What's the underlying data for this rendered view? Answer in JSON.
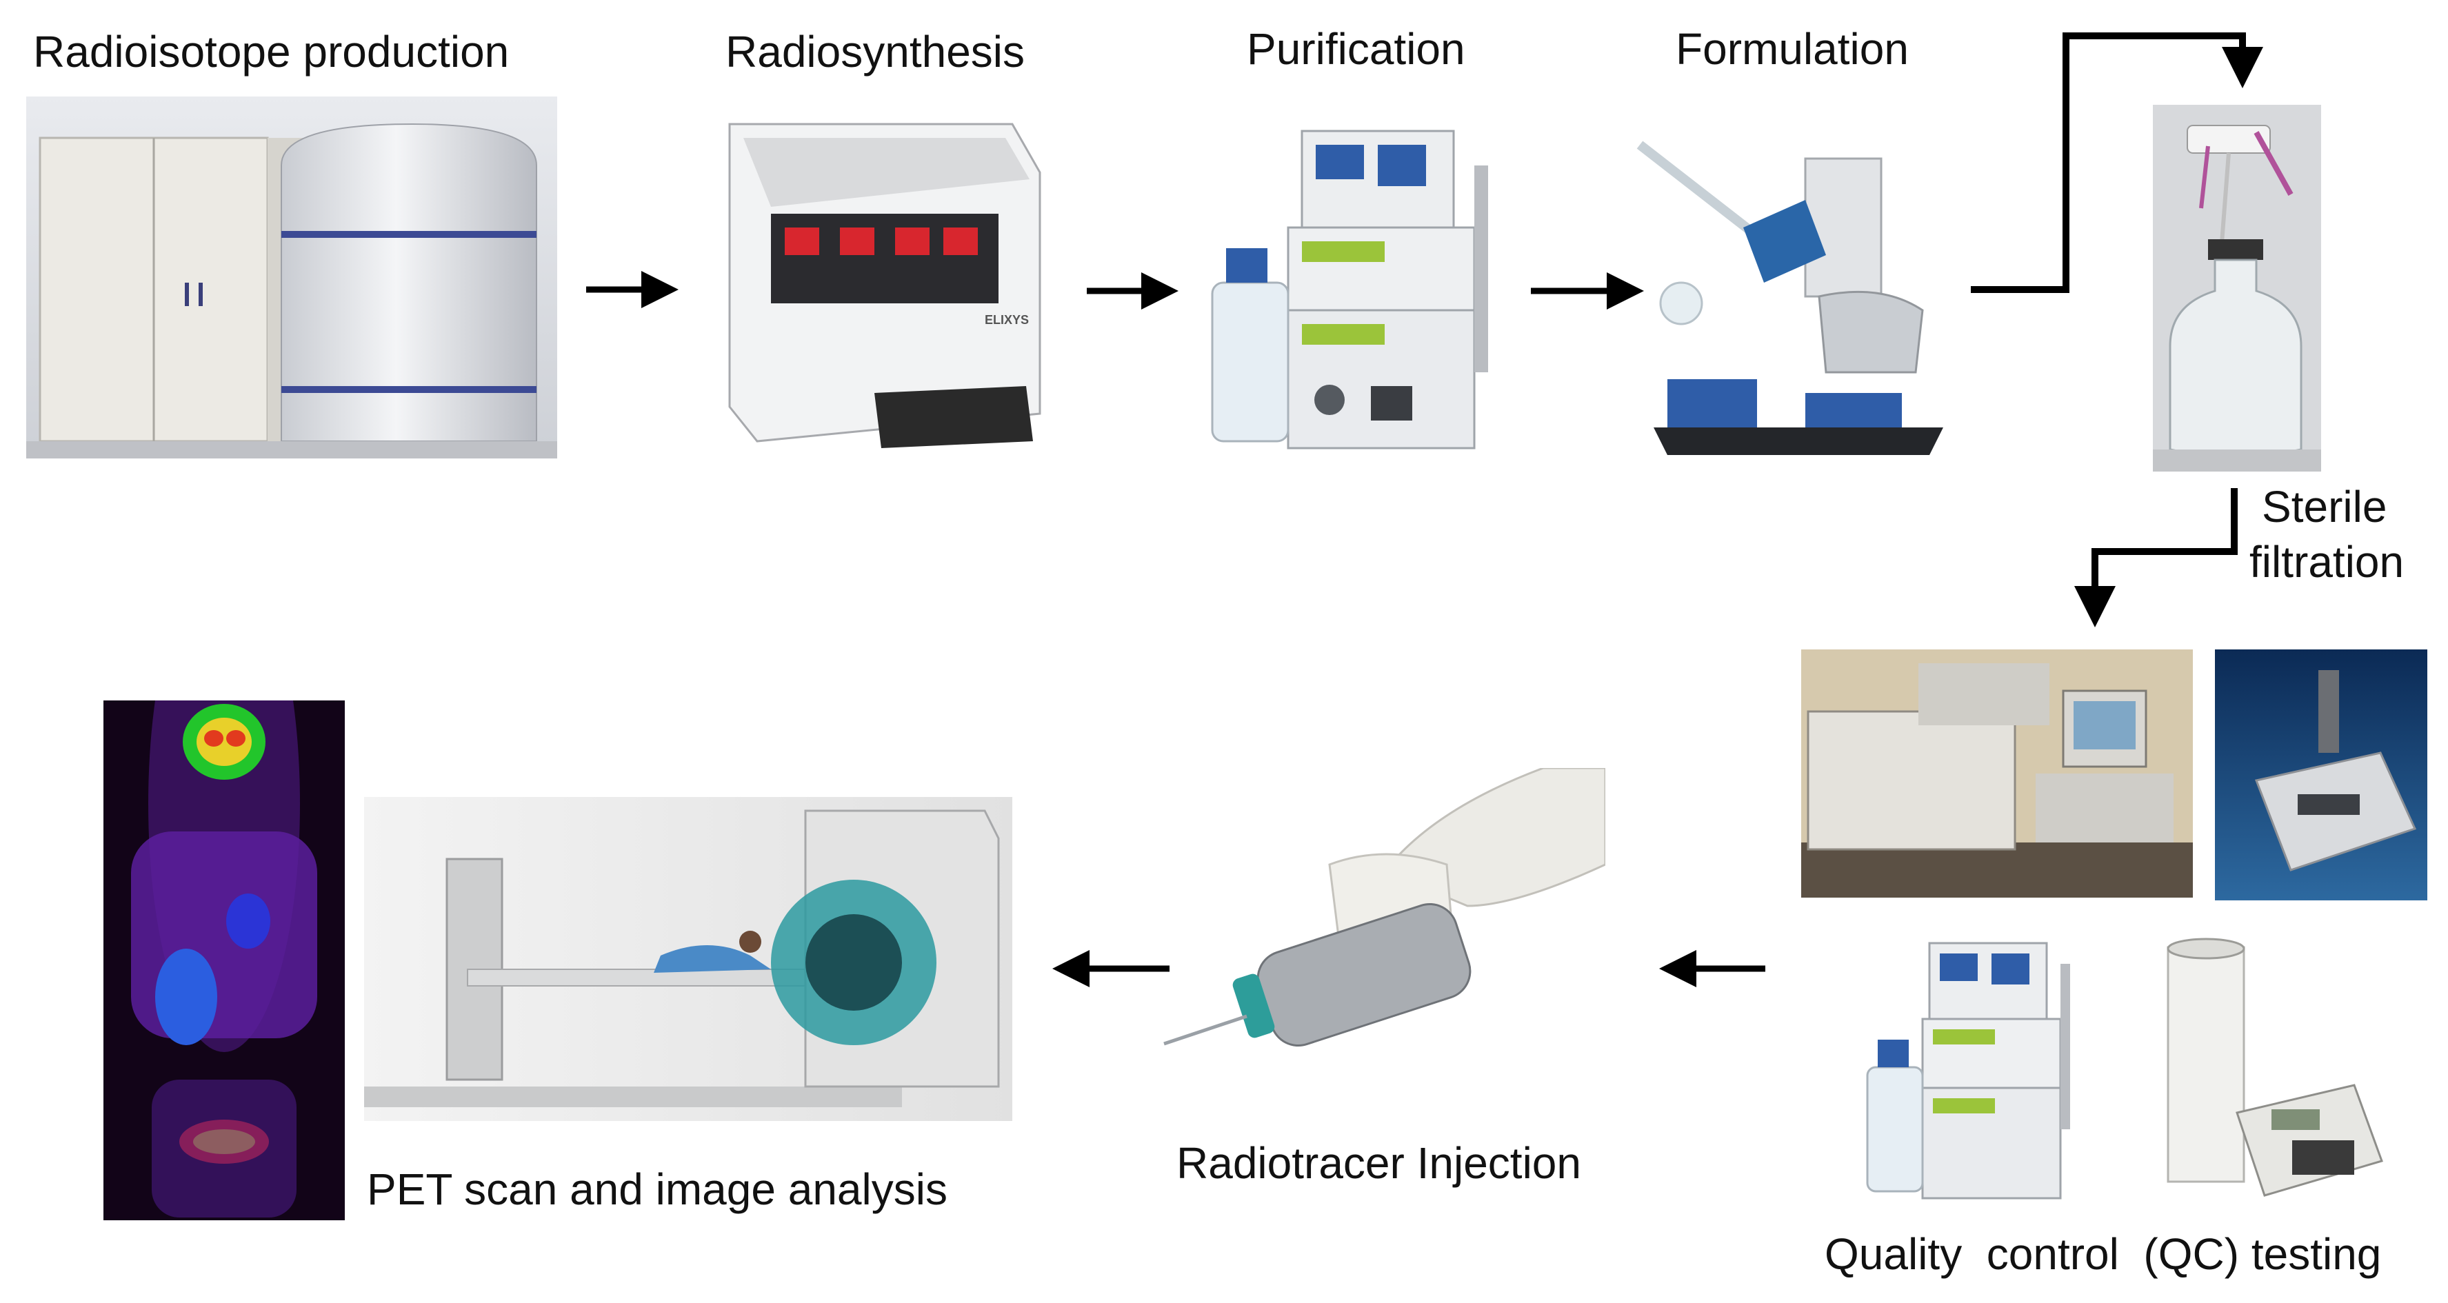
{
  "steps": {
    "radioisotope": "Radioisotope production",
    "radiosynthesis": "Radiosynthesis",
    "purification": "Purification",
    "formulation": "Formulation",
    "sterile_line1": "Sterile",
    "sterile_line2": "filtration",
    "quality_control": "Quality  control  (QC) testing",
    "injection": "Radiotracer Injection",
    "pet": "PET scan and image analysis"
  },
  "equipment_text": {
    "synth_brand": "ELIXYS"
  },
  "colors": {
    "arrow": "#000000",
    "module_blue": "#2f5da8",
    "lcd_green": "#9bc43a",
    "pet_background": "#120418"
  }
}
